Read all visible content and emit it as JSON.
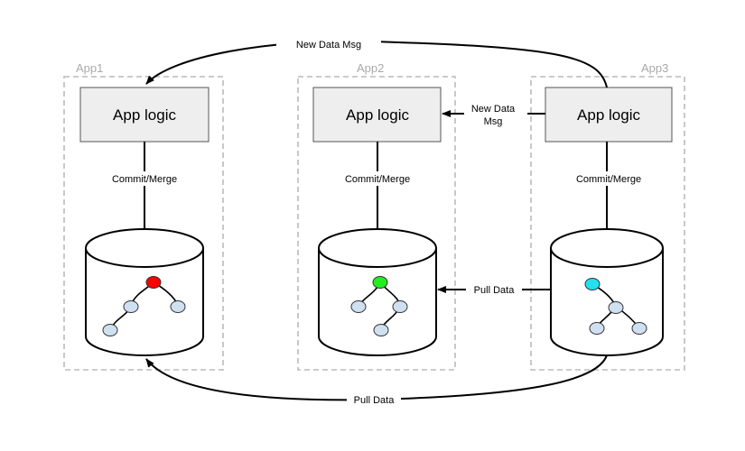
{
  "colors": {
    "head_app1": "#ff0000",
    "head_app2": "#22ee22",
    "head_app3": "#22e0ee",
    "node_fill": "#cfe0f1",
    "frame": "#bbbbbb"
  },
  "apps": [
    {
      "name": "App1",
      "logic_label": "App logic",
      "commit_label": "Commit/Merge"
    },
    {
      "name": "App2",
      "logic_label": "App logic",
      "commit_label": "Commit/Merge"
    },
    {
      "name": "App3",
      "logic_label": "App logic",
      "commit_label": "Commit/Merge"
    }
  ],
  "edges": {
    "top_msg": "New Data Msg",
    "middle_msg_line1": "New Data",
    "middle_msg_line2": "Msg",
    "middle_pull": "Pull Data",
    "bottom_pull": "Pull Data"
  }
}
